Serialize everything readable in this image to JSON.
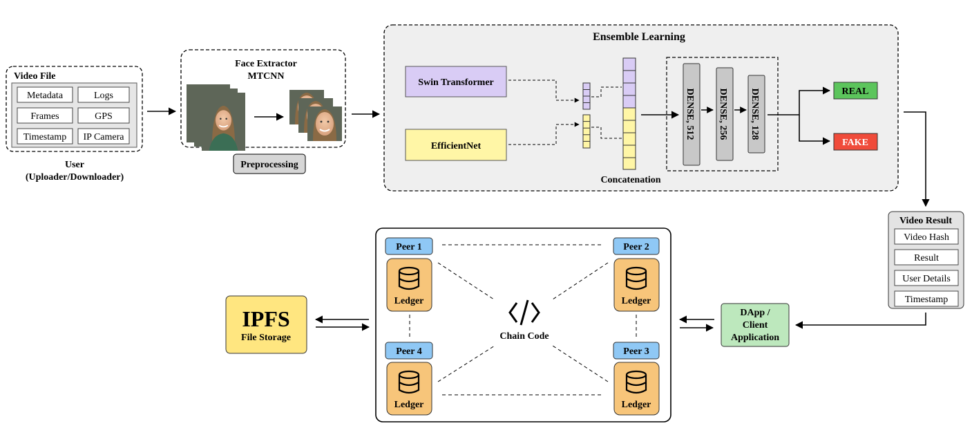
{
  "video_file": {
    "title": "Video File",
    "fields": [
      "Metadata",
      "Logs",
      "Frames",
      "GPS",
      "Timestamp",
      "IP Camera"
    ],
    "user_line1": "User",
    "user_line2": "(Uploader/Downloader)"
  },
  "face_extractor": {
    "title_line1": "Face Extractor",
    "title_line2": "MTCNN",
    "preprocessing": "Preprocessing"
  },
  "ensemble": {
    "title": "Ensemble Learning",
    "model1": "Swin Transformer",
    "model2": "EfficientNet",
    "concatenation": "Concatenation",
    "dense": [
      "DENSE, 512",
      "DENSE, 256",
      "DENSE, 128"
    ],
    "real": "REAL",
    "fake": "FAKE"
  },
  "video_result": {
    "title": "Video Result",
    "fields": [
      "Video Hash",
      "Result",
      "User Details",
      "Timestamp"
    ]
  },
  "dapp": {
    "line1": "DApp /",
    "line2": "Client",
    "line3": "Application"
  },
  "ipfs": {
    "title": "IPFS",
    "subtitle": "File Storage"
  },
  "blockchain": {
    "peers": [
      "Peer 1",
      "Peer 2",
      "Peer 3",
      "Peer 4"
    ],
    "ledger": "Ledger",
    "chaincode": "Chain Code",
    "chaincode_icon": "code-icon",
    "ledger_icon": "database-icon"
  },
  "colors": {
    "swin": "#d9ccf5",
    "efficientnet": "#fff6a6",
    "real": "#5cc55c",
    "fake": "#f04b3a",
    "dense": "#c8c8c8",
    "peer": "#8fc8f5",
    "ledger": "#f7c57a",
    "ipfs": "#ffe680",
    "dapp": "#bde8bd",
    "panel": "#efefef"
  }
}
